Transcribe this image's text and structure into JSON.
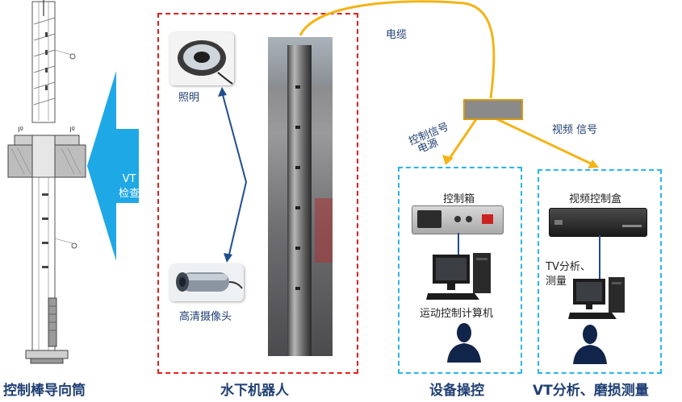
{
  "left_panel": {
    "caption": "控制棒导向筒"
  },
  "arrow": {
    "line1": "VT",
    "line2": "检查"
  },
  "robot_box": {
    "caption": "水下机器人",
    "lighting_label": "照明",
    "camera_label": "高清摄像头"
  },
  "cable": {
    "label": "电缆",
    "control_signal": "控制信号",
    "power": "电源",
    "video_signal": "视频 信号"
  },
  "device_box": {
    "caption": "设备操控",
    "control_box_label": "控制箱",
    "computer_label": "运动控制计算机"
  },
  "vt_box": {
    "caption_prefix": "VT",
    "caption_rest": "分析、磨损测量",
    "video_box_label": "视频控制盒",
    "analysis_label_line1": "TV分析、",
    "analysis_label_line2": "测量"
  },
  "colors": {
    "red_dash": "#e02020",
    "blue_dash": "#29b6e8",
    "cable": "#f2b417",
    "arrow_blue": "#1fa8e6",
    "text_navy": "#1f3f73"
  }
}
